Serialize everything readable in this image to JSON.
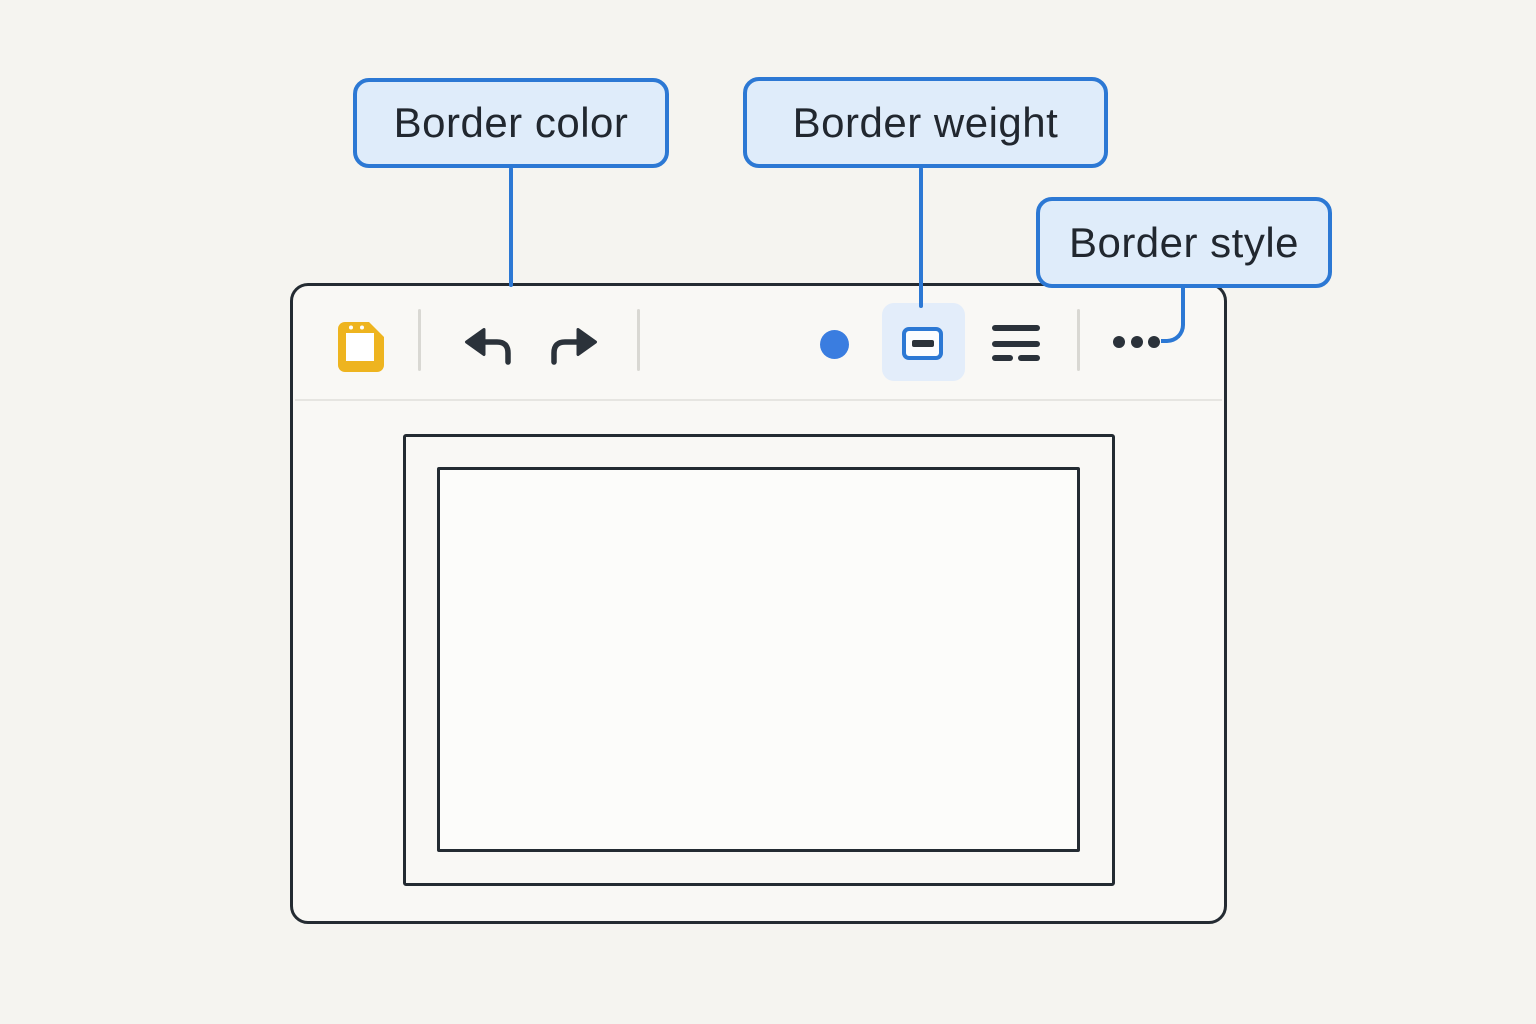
{
  "callouts": {
    "border_color": {
      "label": "Border color"
    },
    "border_weight": {
      "label": "Border weight"
    },
    "border_style": {
      "label": "Border style"
    }
  },
  "toolbar": {
    "icons": [
      {
        "name": "slides-doc-icon",
        "shape": "yellow document with folded corner"
      },
      {
        "name": "undo-icon",
        "shape": "left curved arrow"
      },
      {
        "name": "redo-icon",
        "shape": "right curved arrow"
      },
      {
        "name": "border-color-swatch",
        "shape": "filled blue circle"
      },
      {
        "name": "border-weight-icon",
        "shape": "blue outlined rectangle with dash, highlighted"
      },
      {
        "name": "border-style-lines-icon",
        "shape": "solid, solid and dashed horizontal bars"
      },
      {
        "name": "more-options-ellipsis",
        "shape": "three dots"
      }
    ]
  },
  "colors": {
    "page_bg": "#f5f4f0",
    "window_fill": "#f9f8f5",
    "window_border": "#242b32",
    "accent_blue": "#2c78d4",
    "callout_fill": "#dfecfa",
    "icon_dark": "#2b323a",
    "doc_yellow": "#eeb41f",
    "swatch_blue": "#3a7de0",
    "highlight_fill": "#e3edfa",
    "canvas_fill": "#fcfcfa"
  }
}
